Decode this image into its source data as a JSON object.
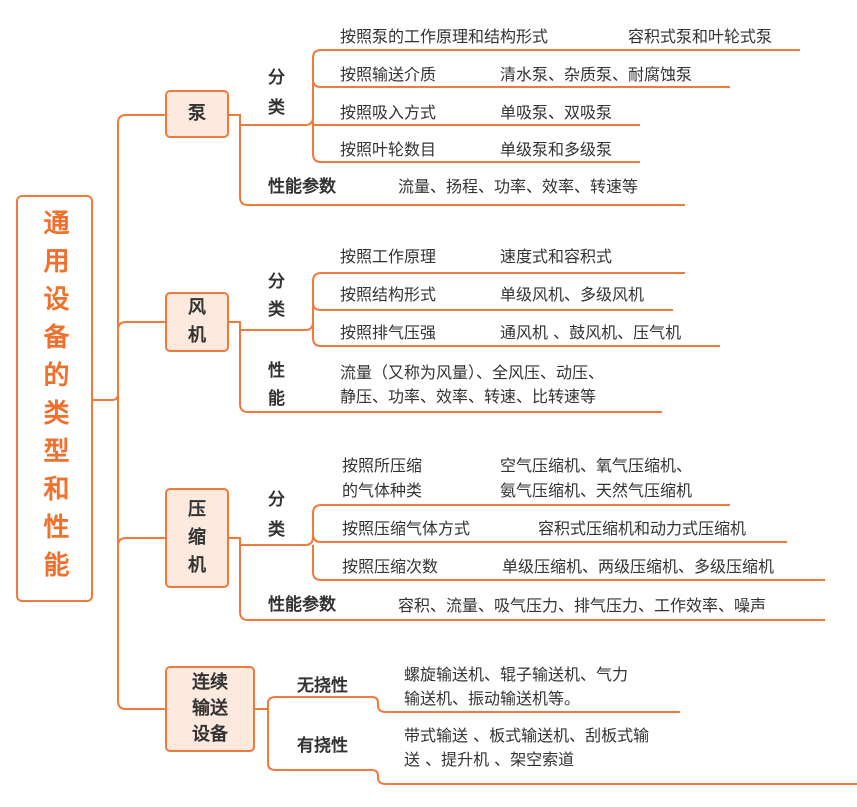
{
  "root": {
    "title": "通用设备的类型和性能"
  },
  "colors": {
    "accent": "#f07a3c",
    "box_fill": "#fde9de",
    "root_text": "#f0702c"
  },
  "pump": {
    "label": "泵",
    "classify_label_1": "分",
    "classify_label_2": "类",
    "rows": [
      {
        "criterion": "按照泵的工作原理和结构形式",
        "types": "容积式泵和叶轮式泵"
      },
      {
        "criterion": "按照输送介质",
        "types": "清水泵、杂质泵、耐腐蚀泵"
      },
      {
        "criterion": "按照吸入方式",
        "types": "单吸泵、双吸泵"
      },
      {
        "criterion": "按照叶轮数目",
        "types": "单级泵和多级泵"
      }
    ],
    "perf_label": "性能参数",
    "perf_values": "流量、扬程、功率、效率、转速等"
  },
  "fan": {
    "label_1": "风",
    "label_2": "机",
    "classify_label_1": "分",
    "classify_label_2": "类",
    "rows": [
      {
        "criterion": "按照工作原理",
        "types": "速度式和容积式"
      },
      {
        "criterion": "按照结构形式",
        "types": "单级风机、多级风机"
      },
      {
        "criterion": "按照排气压强",
        "types": "通风机 、鼓风机、压气机"
      }
    ],
    "perf_label_1": "性",
    "perf_label_2": "能",
    "perf_values_1": "流量（又称为风量）、全风压、动压、",
    "perf_values_2": "静压、功率、效率、转速、比转速等"
  },
  "compressor": {
    "label_1": "压",
    "label_2": "缩",
    "label_3": "机",
    "classify_label_1": "分",
    "classify_label_2": "类",
    "row1": {
      "criterion_1": "按照所压缩",
      "criterion_2": "的气体种类",
      "types_1": "空气压缩机、氧气压缩机、",
      "types_2": "氨气压缩机、天然气压缩机"
    },
    "row2": {
      "criterion": "按照压缩气体方式",
      "types": "容积式压缩机和动力式压缩机"
    },
    "row3": {
      "criterion": "按照压缩次数",
      "types": "单级压缩机、两级压缩机、多级压缩机"
    },
    "perf_label": "性能参数",
    "perf_values": "容积、流量、吸气压力、排气压力、工作效率、噪声"
  },
  "conveyor": {
    "label_1": "连续",
    "label_2": "输送",
    "label_3": "设备",
    "nonflex_label": "无挠性",
    "nonflex_1": "螺旋输送机、辊子输送机、气力",
    "nonflex_2": "输送机、振动输送机等。",
    "flex_label": "有挠性",
    "flex_1": "带式输送 、板式输送机、刮板式输",
    "flex_2": "送 、提升机 、架空索道"
  }
}
